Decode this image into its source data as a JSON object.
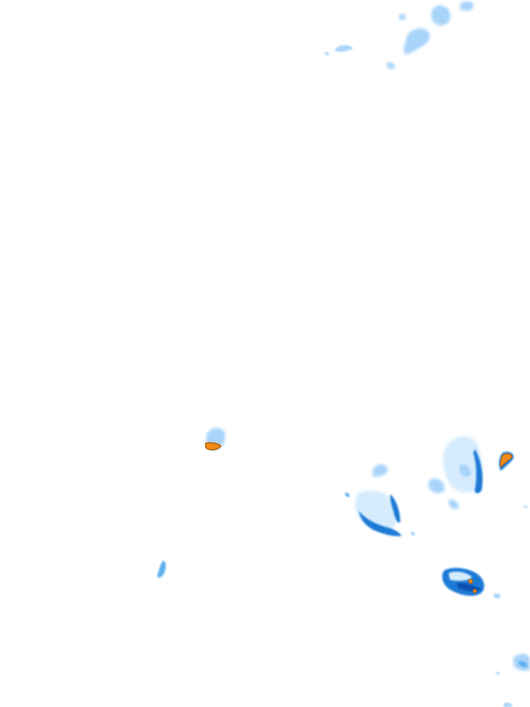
{
  "map": {
    "type": "precipitation-radar-tile",
    "background": "#ffffff",
    "palette": {
      "very_light": "#d6ecfd",
      "light": "#a9d4fa",
      "medium": "#5fb0f0",
      "strong": "#1f7ad6",
      "dark": "#0b4fb0",
      "heavy": "#f08a1c",
      "heavy_outline": "#b35a00"
    },
    "cells": [
      {
        "name": "cell-top-right-cluster",
        "intensity": "light"
      },
      {
        "name": "cell-top-left-streak",
        "intensity": "light"
      },
      {
        "name": "cell-center-left-heavy",
        "intensity": "heavy"
      },
      {
        "name": "cell-bottom-left-streak",
        "intensity": "light"
      },
      {
        "name": "cell-center-cluster",
        "intensity": "strong"
      },
      {
        "name": "cell-right-large",
        "intensity": "medium"
      },
      {
        "name": "cell-right-edge-heavy",
        "intensity": "heavy"
      },
      {
        "name": "cell-bottom-right-band",
        "intensity": "dark"
      },
      {
        "name": "cell-bottom-corner",
        "intensity": "light"
      }
    ]
  }
}
